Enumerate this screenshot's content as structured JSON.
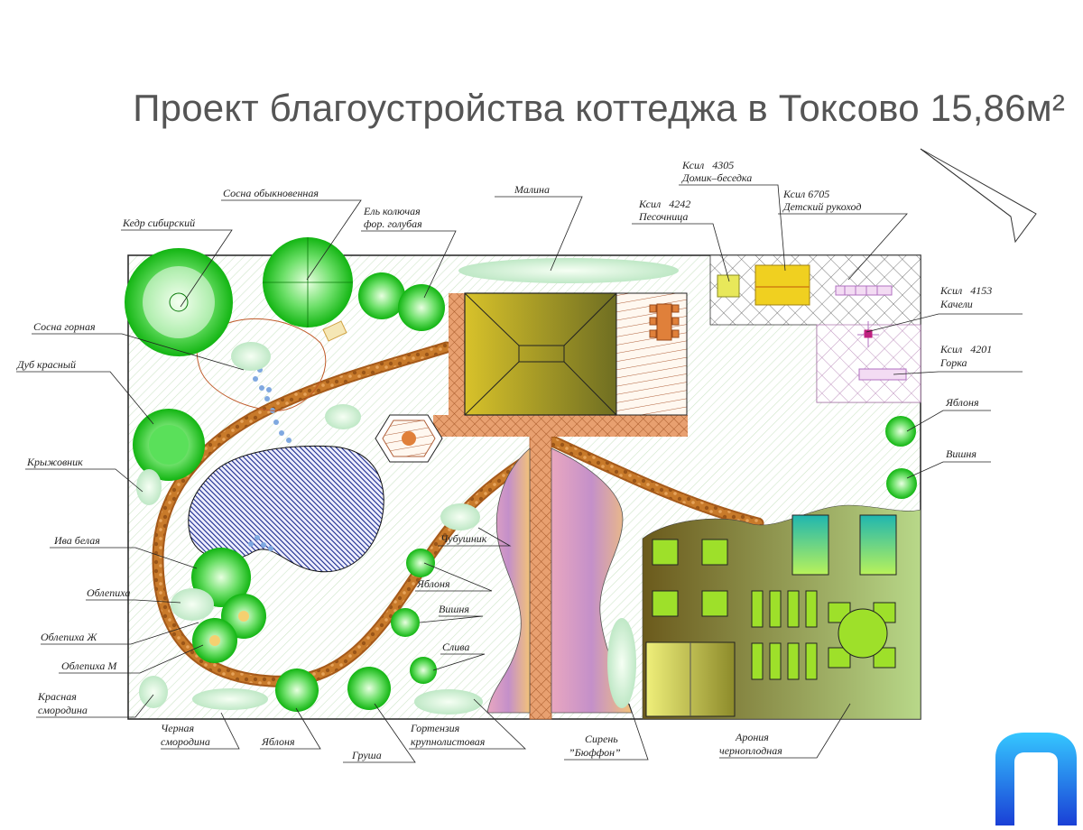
{
  "title": "Проект благоустройства коттеджа в Токсово 15,86м²",
  "colors": {
    "lawn_hatch": "#d6ecd0",
    "pond": "#1a2a8c",
    "path": "#c87a2a",
    "house_roof": "#c9b63a",
    "playground_border": "#b07ab0",
    "tree_green": "#22c322",
    "logo_blue": "#1a5ad6"
  },
  "labels": {
    "kedr": "Кедр сибирский",
    "sosna_obyk": "Сосна обыкновенная",
    "el_1": "Ель колючая",
    "el_2": "фор. голубая",
    "malina": "Малина",
    "pes_1": "Ксил   4242",
    "pes_2": "Песочница",
    "dom_1": "Ксил   4305",
    "dom_2": "Домик–беседка",
    "ruk_1": "Ксил 6705",
    "ruk_2": "Детский рукоход",
    "kach_1": "Ксил   4153",
    "kach_2": "Качели",
    "gor_1": "Ксил   4201",
    "gor_2": "Горка",
    "yablonya_r": "Яблоня",
    "vishnya_r": "Вишня",
    "sosna_gor": "Сосна горная",
    "dub": "Дуб красный",
    "kryzh": "Крыжовник",
    "iva": "Ива белая",
    "obl": "Облепиха",
    "obl_zh": "Облепиха Ж",
    "obl_m": "Облепиха М",
    "kr_smor_1": "Красная",
    "kr_smor_2": "смородина",
    "ch_smor_1": "Черная",
    "ch_smor_2": "смородина",
    "yablonya_b": "Яблоня",
    "grusha": "Груша",
    "gort_1": "Гортензия",
    "gort_2": "крупнолистовая",
    "siren_1": "Сирень",
    "siren_2": "”Бюффон”",
    "aron_1": "Арония",
    "aron_2": "черноплодная",
    "chub": "Чубушник",
    "yablonya_c": "Яблоня",
    "vishnya_c": "Вишня",
    "sliva": "Слива"
  }
}
